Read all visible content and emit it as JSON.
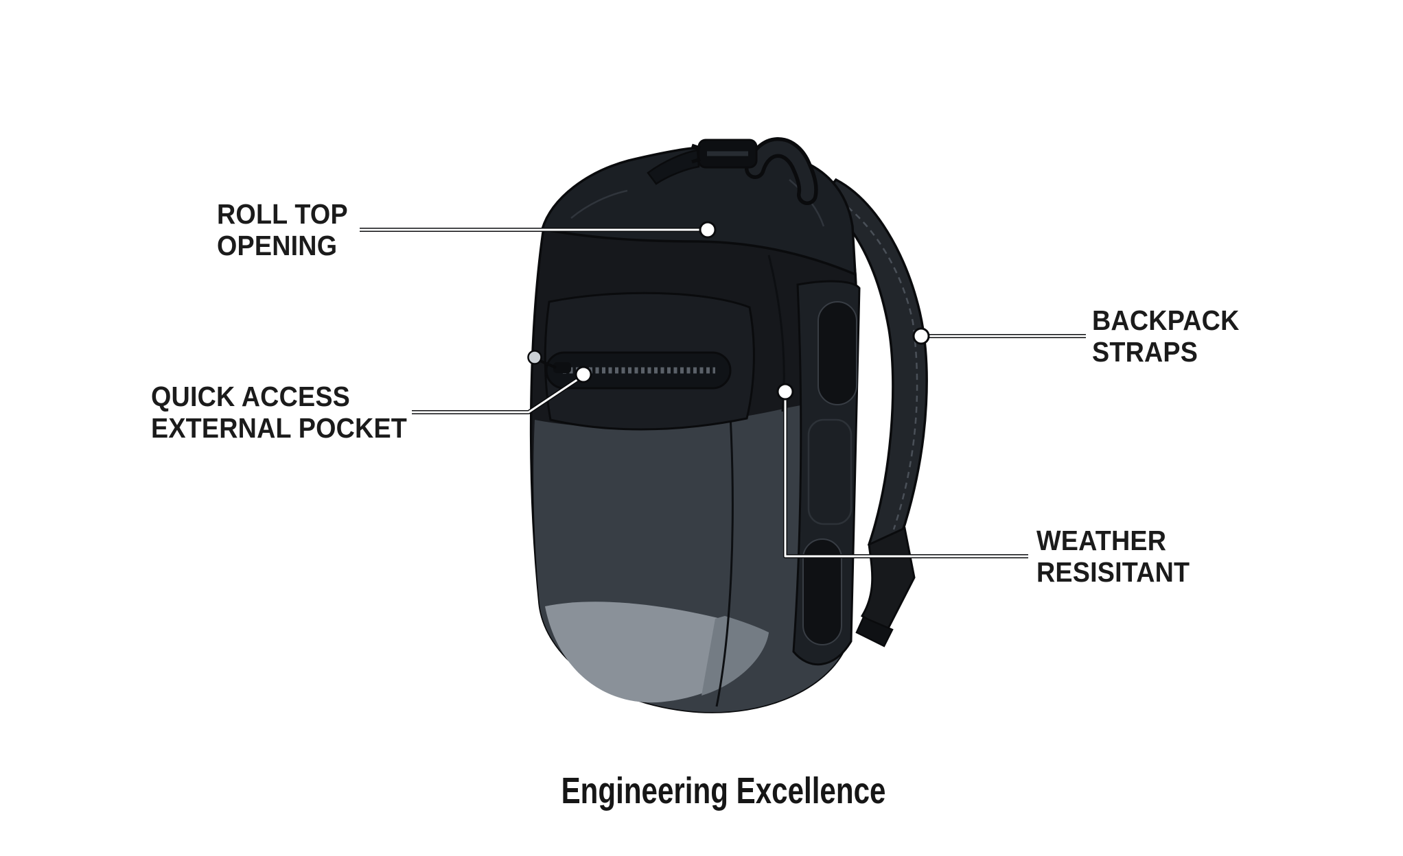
{
  "diagram": {
    "caption": "Engineering Excellence",
    "callouts": [
      {
        "name": "roll-top-opening",
        "line1": "ROLL TOP",
        "line2": "OPENING"
      },
      {
        "name": "quick-access-external-pocket",
        "line1": "QUICK ACCESS",
        "line2": "EXTERNAL POCKET"
      },
      {
        "name": "backpack-straps",
        "line1": "BACKPACK",
        "line2": "STRAPS"
      },
      {
        "name": "weather-resistant",
        "line1": "WEATHER",
        "line2": "RESISITANT"
      }
    ],
    "colors": {
      "background": "#ffffff",
      "bag_dark": "#16181c",
      "bag_flap": "#1b1f24",
      "bag_lower": "#383e45",
      "bag_floor_gray": "#8a9199",
      "strap": "#22262b",
      "label_text": "#1b1b1b",
      "callout_line_core": "#ffffff",
      "callout_line_edge": "#0a0b0d"
    }
  }
}
